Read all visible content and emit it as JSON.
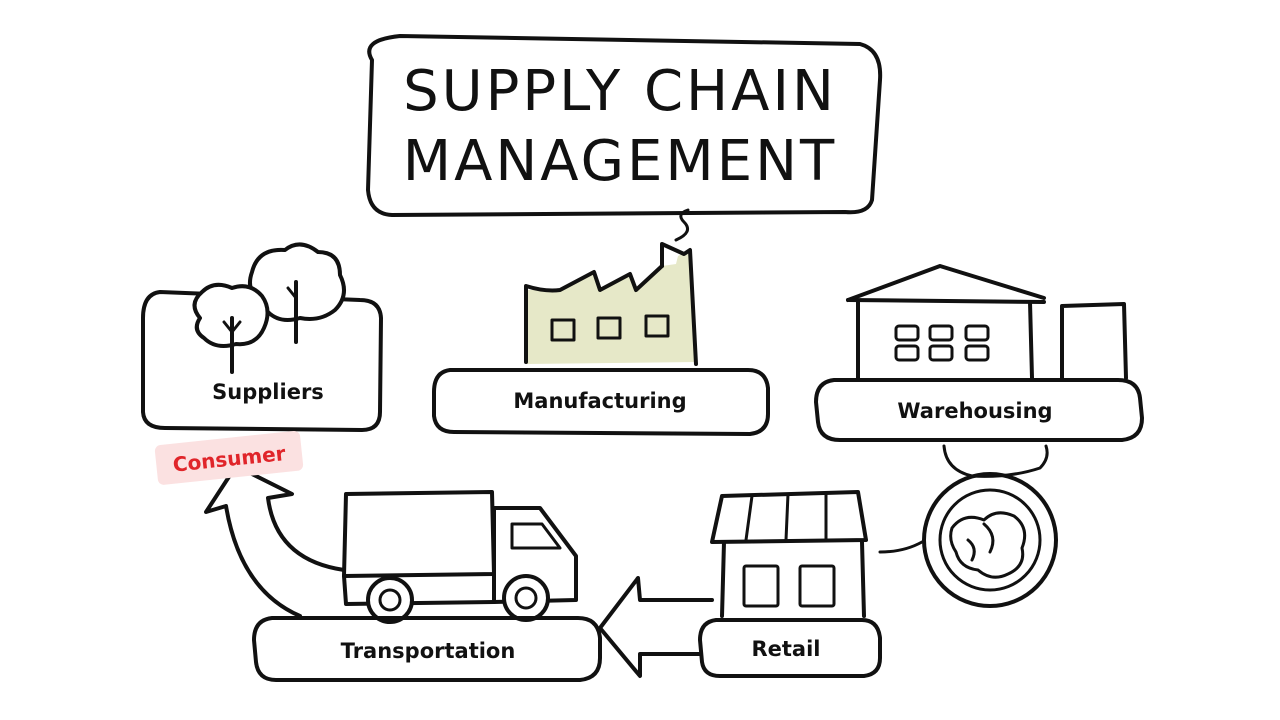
{
  "title": {
    "line1": "SUPPLY CHAIN",
    "line2": "MANAGEMENT"
  },
  "nodes": {
    "suppliers": "Suppliers",
    "manufacturing": "Manufacturing",
    "warehousing": "Warehousing",
    "retail": "Retail",
    "transportation": "Transportation",
    "consumer": "Consumer"
  },
  "colors": {
    "ink": "#111111",
    "factory_fill": "#e6e8c8",
    "consumer_text": "#e0252a",
    "consumer_bg": "#fbe1e1"
  }
}
